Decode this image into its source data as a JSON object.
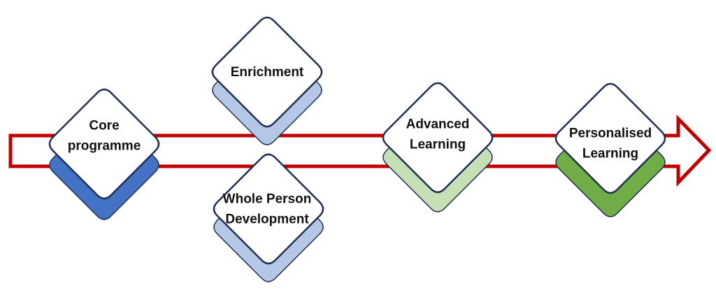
{
  "diagram": {
    "nodes": [
      {
        "id": "core",
        "label": "Core\nprogramme",
        "shadow_color": "#4472c4"
      },
      {
        "id": "enrichment",
        "label": "Enrichment",
        "shadow_color": "#b4c7e7"
      },
      {
        "id": "whole-person",
        "label": "Whole Person\nDevelopment",
        "shadow_color": "#b4c7e7"
      },
      {
        "id": "advanced",
        "label": "Advanced\nLearning",
        "shadow_color": "#c5e0b4"
      },
      {
        "id": "personalised",
        "label": "Personalised\nLearning",
        "shadow_color": "#70ad47"
      }
    ],
    "colors": {
      "arrow": "#c00000",
      "diamond_fill": "#ffffff",
      "diamond_stroke": "#1f3050"
    }
  }
}
